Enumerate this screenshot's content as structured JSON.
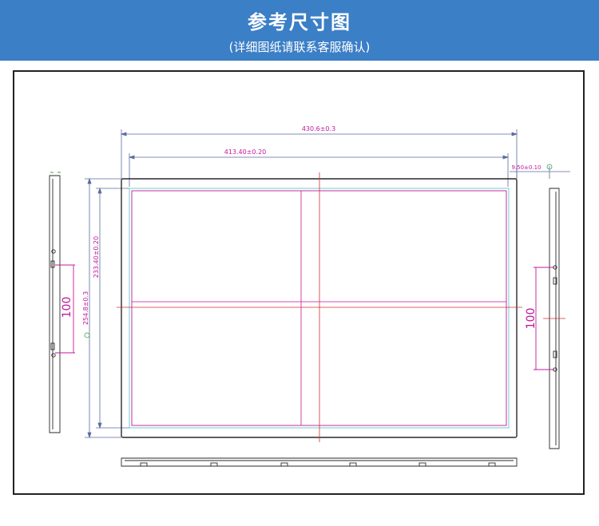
{
  "header": {
    "title": "参考尺寸图",
    "subtitle": "(详细图纸请联系客服确认)"
  },
  "dimensions": {
    "overall_width": "430.6±0.3",
    "inner_width": "413.40±0.20",
    "edge_offset": "9.50±0.10",
    "overall_height": "254.8±0.3",
    "inner_height": "233.40±0.20",
    "hole_spacing_left": "100",
    "hole_spacing_right": "100"
  },
  "colors": {
    "banner": "#3b7fc6",
    "magenta": "#c2189c",
    "teal": "#6fcfc8",
    "crosshair": "#d23030",
    "dimension": "#5a6aa0",
    "outline": "#2a2a2a"
  }
}
